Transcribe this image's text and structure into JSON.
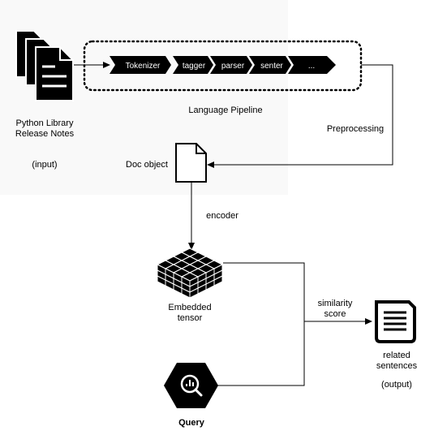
{
  "input_doc": {
    "label_line1": "Python Library",
    "label_line2": "Release Notes",
    "role": "(input)",
    "icon": "stacked-documents-icon"
  },
  "pipeline": {
    "title": "Language Pipeline",
    "stages": [
      "Tokenizer",
      "tagger",
      "parser",
      "senter",
      "..."
    ]
  },
  "preprocessing_label": "Preprocessing",
  "doc_object": {
    "label": "Doc object",
    "icon": "document-icon"
  },
  "encoder_label": "encoder",
  "embedded": {
    "label_line1": "Embedded",
    "label_line2": "tensor",
    "icon": "cube-grid-icon"
  },
  "similarity": {
    "label_line1": "similarity",
    "label_line2": "score"
  },
  "output": {
    "label_line1": "related",
    "label_line2": "sentences",
    "role": "(output)",
    "icon": "text-document-icon"
  },
  "query": {
    "label": "Query",
    "icon": "search-chart-hexagon-icon"
  },
  "colors": {
    "ink": "#000000",
    "panel": "#f9f9f9"
  }
}
